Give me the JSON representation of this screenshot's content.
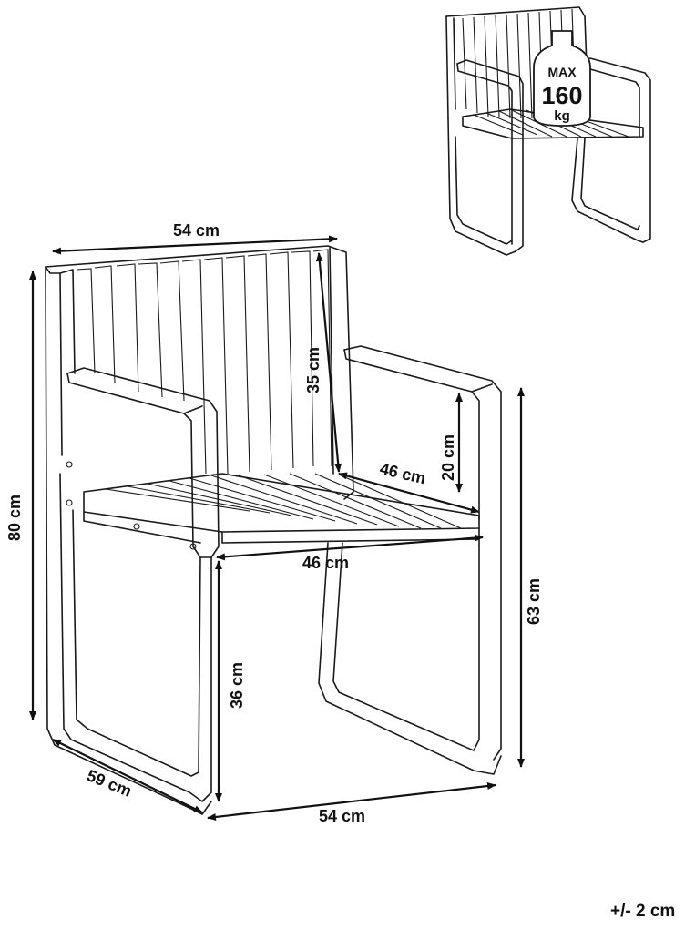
{
  "dimensions": {
    "back_width": "54 cm",
    "backrest_height": "35 cm",
    "armrest_height": "20 cm",
    "seat_depth": "46 cm",
    "seat_width": "46 cm",
    "total_height": "80 cm",
    "armrest_floor_height": "63 cm",
    "seat_height": "36 cm",
    "depth": "59 cm",
    "width": "54 cm"
  },
  "max_load": {
    "label": "MAX",
    "value": "160",
    "unit": "kg"
  },
  "tolerance": "+/- 2 cm"
}
